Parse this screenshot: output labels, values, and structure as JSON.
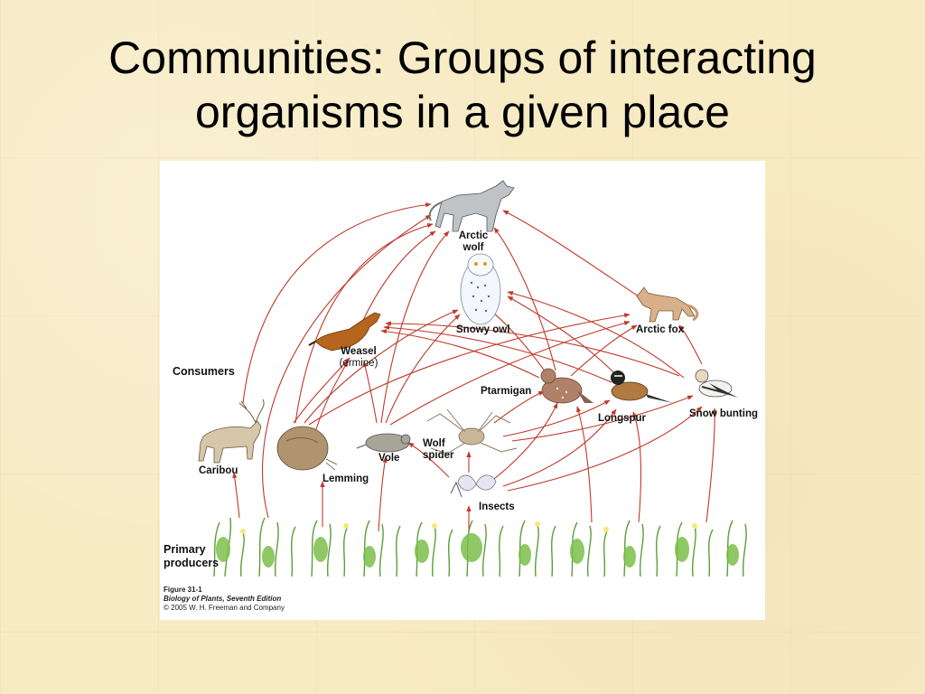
{
  "slide": {
    "title_line1": "Communities: Groups of interacting",
    "title_line2": "organisms in a given place"
  },
  "figure": {
    "organisms": {
      "arctic_wolf": "Arctic\nwolf",
      "snowy_owl": "Snowy owl",
      "arctic_fox": "Arctic fox",
      "weasel": "Weasel",
      "weasel_alt": "(ermine)",
      "ptarmigan": "Ptarmigan",
      "longspur": "Longspur",
      "snow_bunting": "Snow bunting",
      "caribou": "Caribou",
      "lemming": "Lemming",
      "vole": "Vole",
      "wolf_spider": "Wolf\nspider",
      "insects": "Insects"
    },
    "categories": {
      "consumers": "Consumers",
      "primary_producers": "Primary\nproducers"
    },
    "credit": {
      "figure_number": "Figure 31-1",
      "book": "Biology of Plants, Seventh Edition",
      "copyright": "© 2005 W. H. Freeman and Company"
    },
    "colors": {
      "arrow": "#c0392b",
      "plant": "#5a9e3a"
    }
  }
}
